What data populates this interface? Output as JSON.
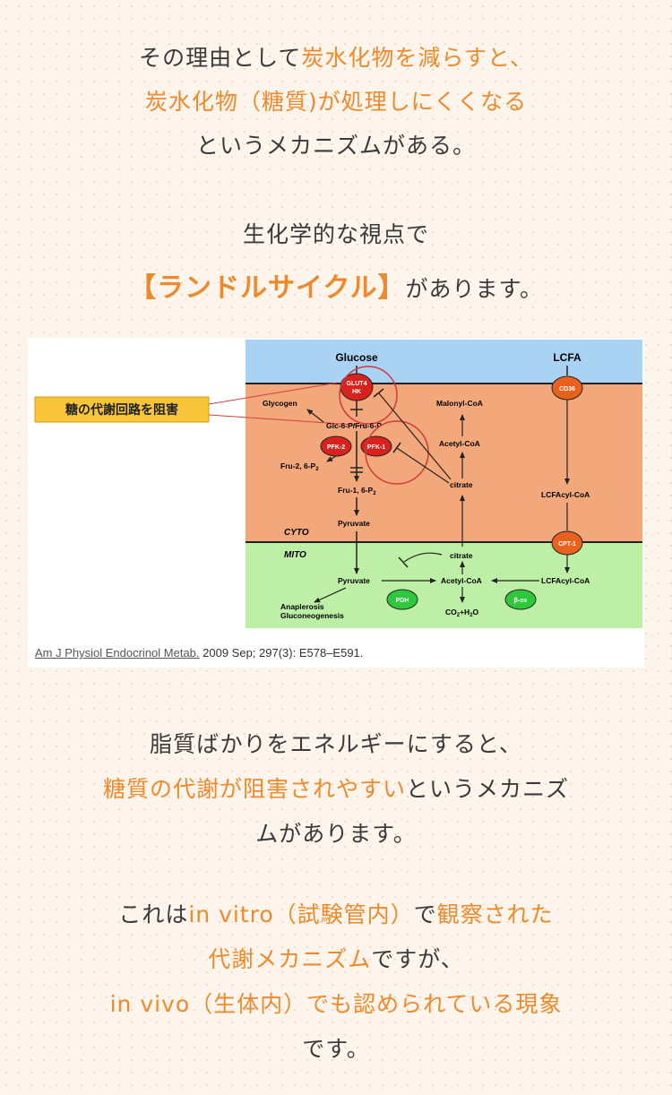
{
  "block1": {
    "l1_a": "その理由として",
    "l1_b": "炭水化物を減らすと、",
    "l2": "炭水化物（糖質)が処理しにくくなる",
    "l3": "というメカニズムがある。"
  },
  "block2": {
    "l1": "生化学的な視点で",
    "l2_a": "【ランドルサイクル】",
    "l2_b": "があります。"
  },
  "diagram": {
    "callout": "糖の代謝回路を阻害",
    "glucose": "Glucose",
    "lcfa": "LCFA",
    "glut4": "GLUT4",
    "hk": "HK",
    "cd36": "CD36",
    "glycogen": "Glycogen",
    "glc6p": "Glc-6-P/Fru-6-P",
    "pfk2": "PFK-2",
    "pfk1": "PFK-1",
    "fru26": "Fru-2, 6-P",
    "fru16": "Fru-1, 6-P",
    "sub2": "2",
    "pyruvate": "Pyruvate",
    "cyto": "CYTO",
    "mito": "MITO",
    "malonyl": "Malonyl-CoA",
    "acetyl_top": "Acetyl-CoA",
    "citrate_top": "citrate",
    "lcfacyl_top": "LCFAcyl-CoA",
    "cpt1": "CPT-1",
    "citrate_mito": "citrate",
    "pyruvate_mito": "Pyruvate",
    "acetyl_mito": "Acetyl-CoA",
    "lcfacyl_mito": "LCFAcyl-CoA",
    "pdh": "PDH",
    "box": "β-ox",
    "anaplerosis": "Anaplerosis",
    "gluconeo": "Gluconeogenesis",
    "co2": "CO",
    "co2_rest": "+H",
    "co2_o": "O",
    "citation_journal": "Am J Physiol Endocrinol Metab.",
    "citation_rest": " 2009 Sep; 297(3): E578–E591."
  },
  "block3": {
    "l1": "脂質ばかりをエネルギーにすると、",
    "l2_a": "糖質の代謝が阻害されやすい",
    "l2_b": "というメカニズ",
    "l3": "ムがあります。"
  },
  "block4": {
    "l1_a": "これは",
    "l1_b": "in vitro（試験管内）",
    "l1_c": "で",
    "l1_d": "観察された",
    "l2_a": "代謝メカニズム",
    "l2_b": "ですが、",
    "l3_a": "in vivo（生体内）",
    "l3_b": "でも認められている現象",
    "l4": "です。"
  },
  "colors": {
    "accent": "#ee8a2d",
    "blue_band": "#a9d2f3",
    "cyto_band": "#f2a87a",
    "mito_band": "#bdf0a6",
    "enzyme_red": "#d8221e",
    "enzyme_green": "#2ec83a"
  }
}
